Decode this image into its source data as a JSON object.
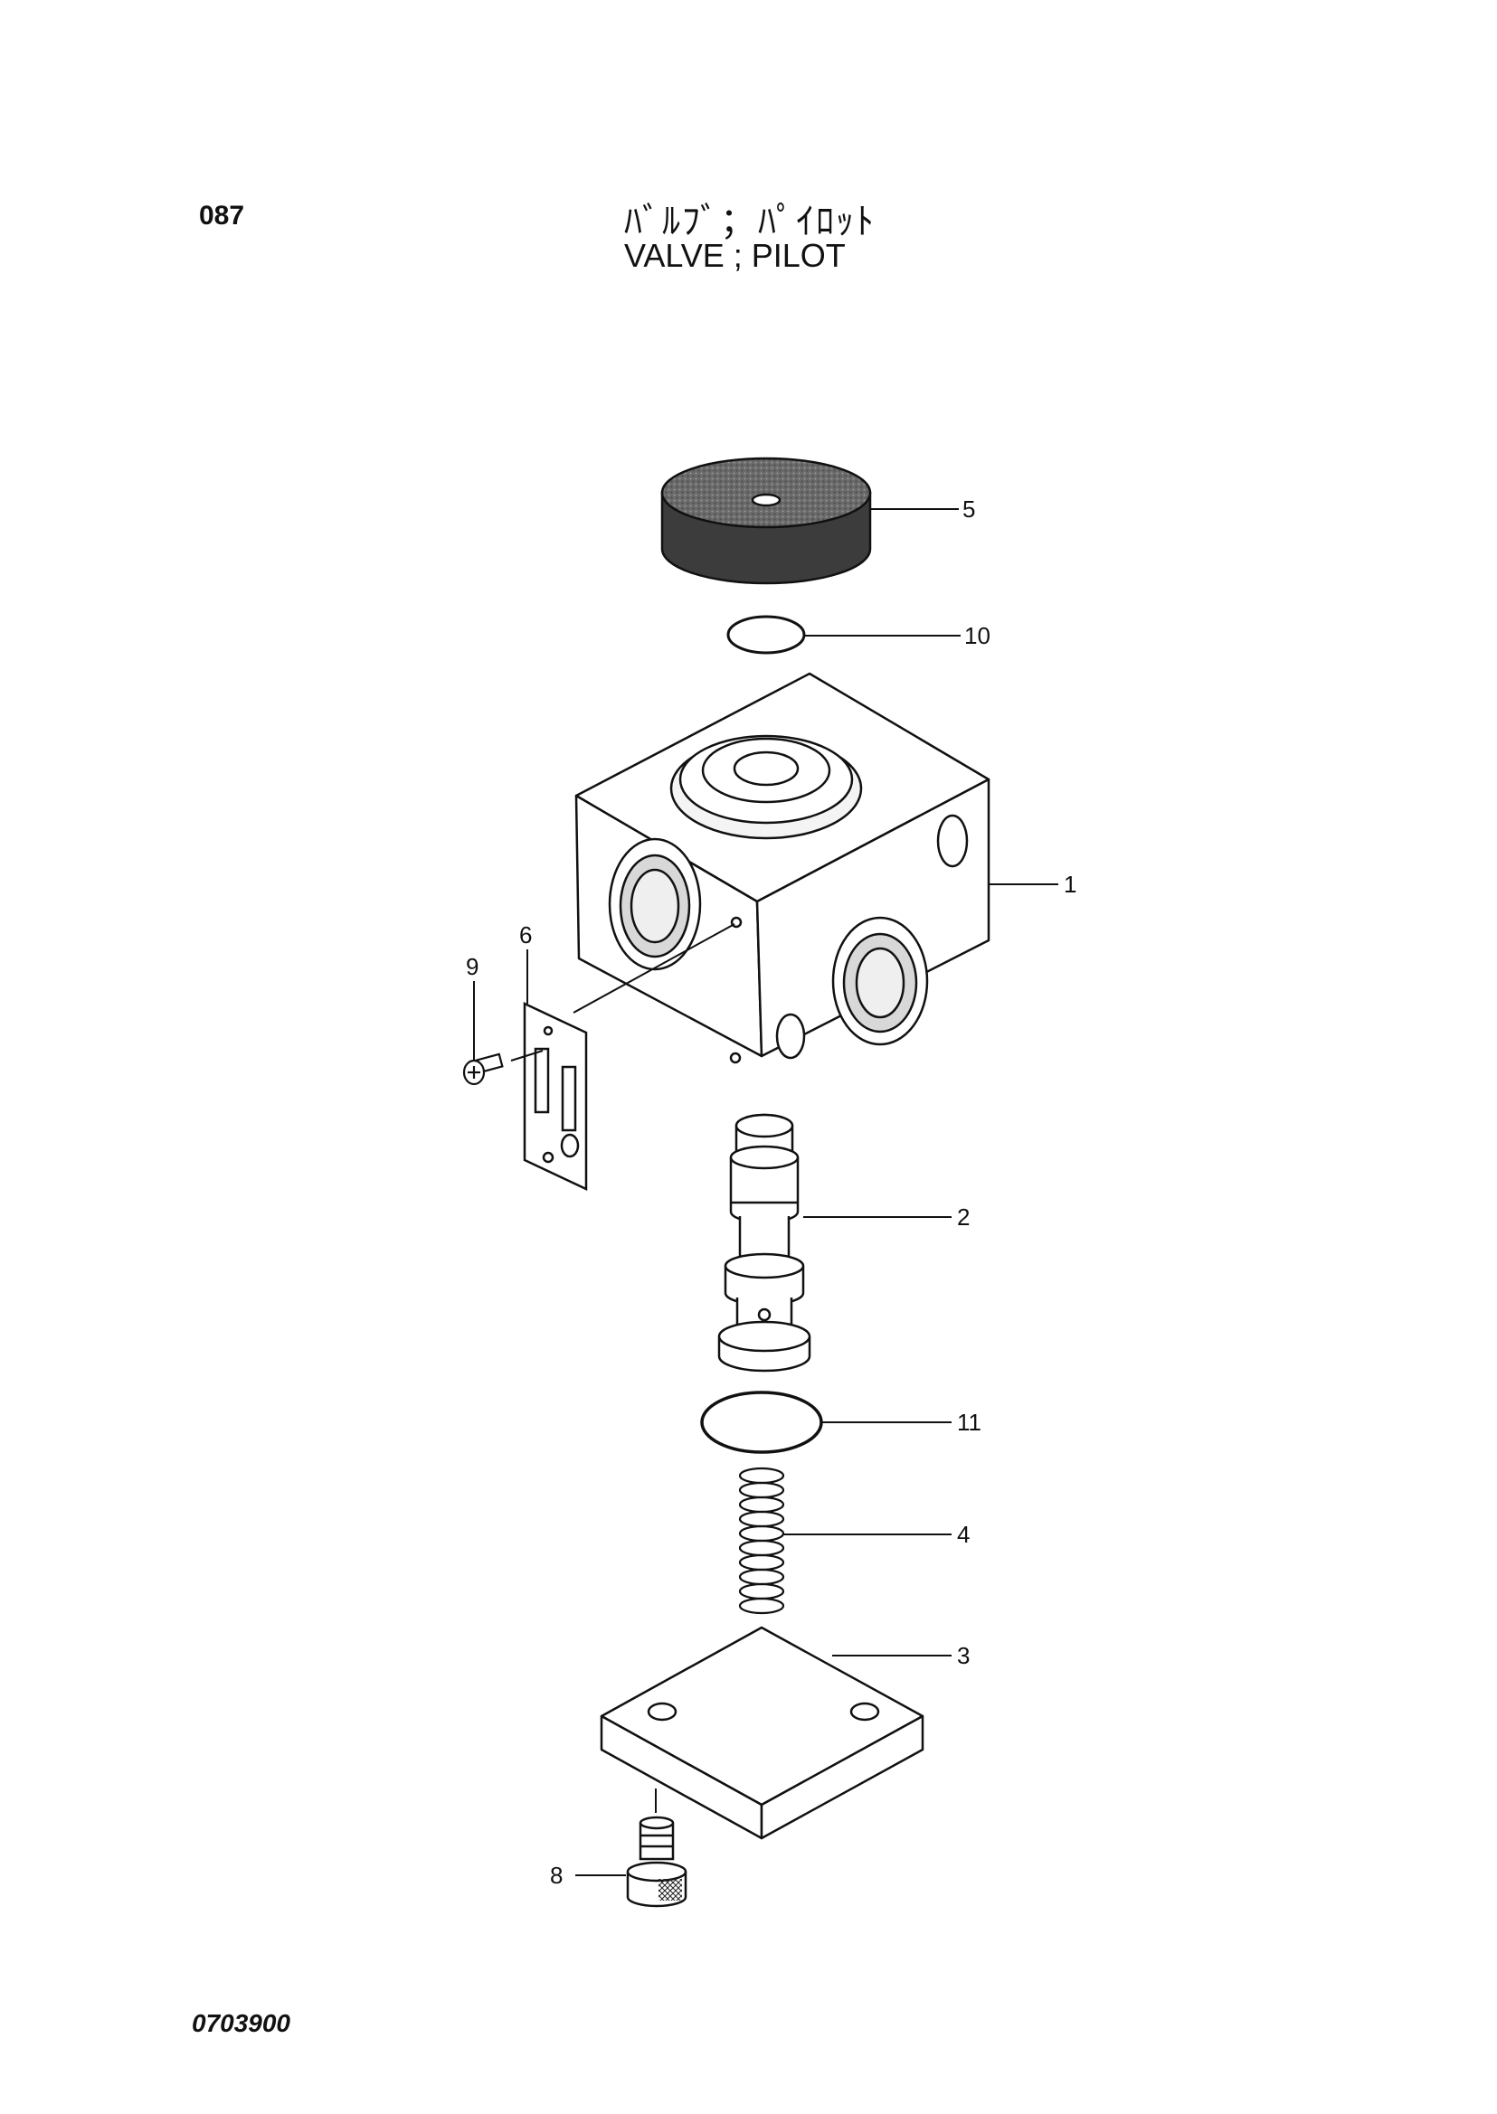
{
  "header": {
    "page_number": "087",
    "title_jp": "ﾊﾞﾙﾌﾞ；ﾊﾟｲﾛｯﾄ",
    "title_en": "VALVE ; PILOT"
  },
  "footer": {
    "drawing_code": "0703900"
  },
  "callouts": [
    {
      "id": "5"
    },
    {
      "id": "10"
    },
    {
      "id": "1"
    },
    {
      "id": "6"
    },
    {
      "id": "9"
    },
    {
      "id": "2"
    },
    {
      "id": "11"
    },
    {
      "id": "4"
    },
    {
      "id": "3"
    },
    {
      "id": "8"
    }
  ]
}
